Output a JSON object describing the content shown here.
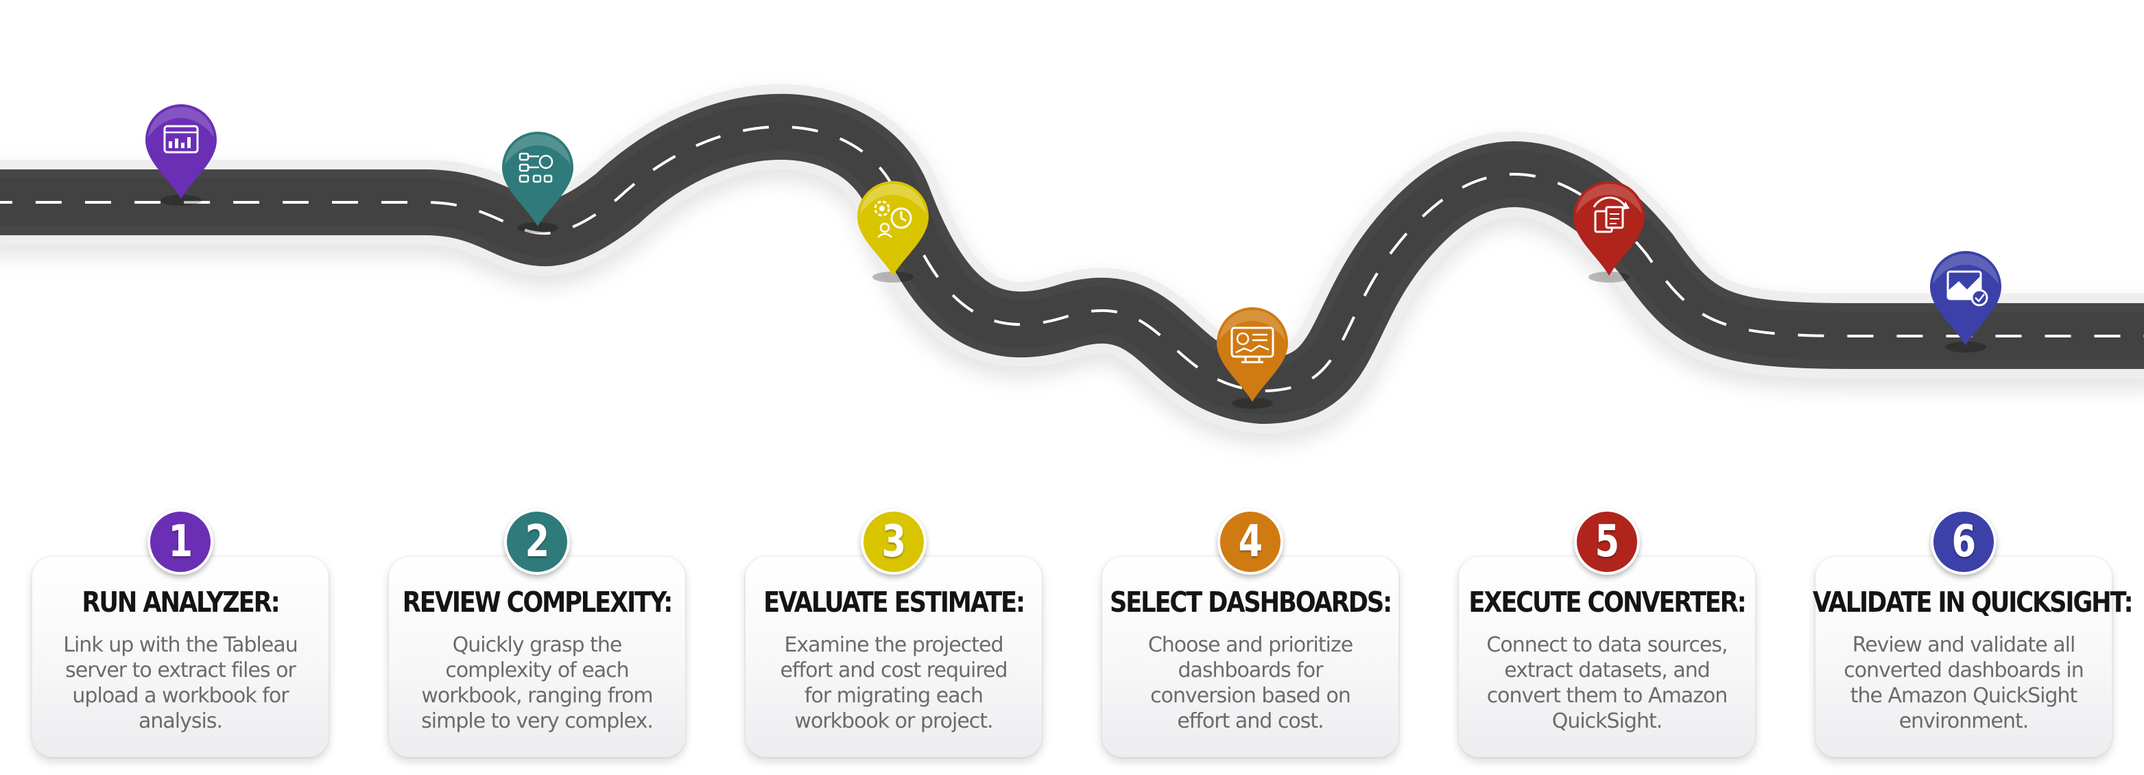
{
  "steps": [
    {
      "number": "1",
      "title": "RUN ANALYZER:",
      "lines": [
        "Link up with the Tableau",
        "server to extract files or",
        "upload a workbook for",
        "analysis."
      ],
      "color": "#6a2fb5",
      "icon": "analyzer-report-icon"
    },
    {
      "number": "2",
      "title": "REVIEW COMPLEXITY:",
      "lines": [
        "Quickly grasp the",
        "complexity of each",
        "workbook, ranging from",
        "simple to very complex."
      ],
      "color": "#2f7b7b",
      "icon": "complexity-flow-icon"
    },
    {
      "number": "3",
      "title": "EVALUATE ESTIMATE:",
      "lines": [
        "Examine the projected",
        "effort and cost required",
        "for migrating each",
        "workbook or project."
      ],
      "color": "#d9c400",
      "icon": "estimate-gears-icon"
    },
    {
      "number": "4",
      "title": "SELECT DASHBOARDS:",
      "lines": [
        "Choose and prioritize",
        "dashboards for",
        "conversion based on",
        "effort and cost."
      ],
      "color": "#d07a12",
      "icon": "dashboard-screen-icon"
    },
    {
      "number": "5",
      "title": "EXECUTE CONVERTER:",
      "lines": [
        "Connect to data sources,",
        "extract datasets, and",
        "convert them to Amazon",
        "QuickSight."
      ],
      "color": "#b0241c",
      "icon": "converter-documents-icon"
    },
    {
      "number": "6",
      "title": "VALIDATE IN QUICKSIGHT:",
      "lines": [
        "Review and validate all",
        "converted dashboards in",
        "the Amazon QuickSight",
        "environment."
      ],
      "color": "#3b41a8",
      "icon": "quicksight-validate-icon"
    }
  ]
}
